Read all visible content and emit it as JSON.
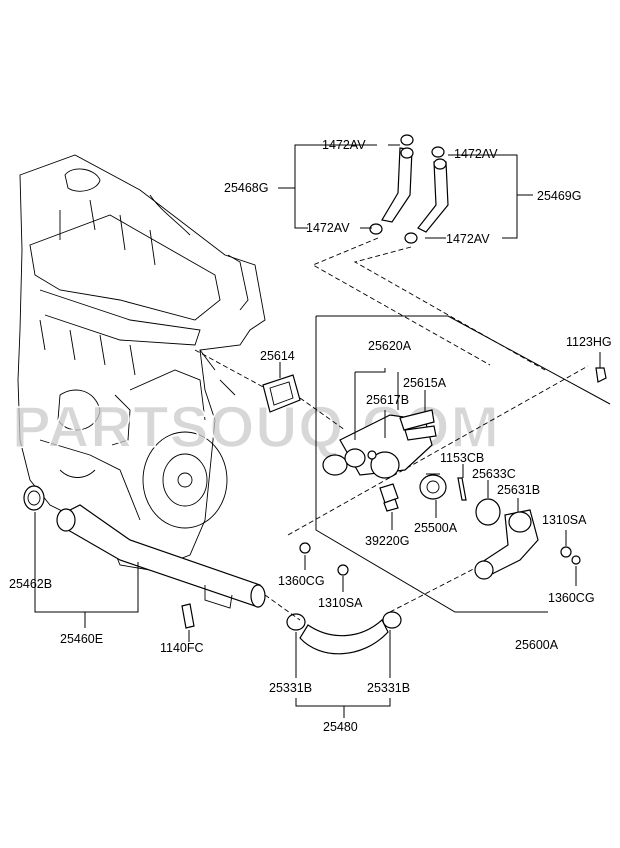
{
  "watermark": "PARTSOUQ.COM",
  "labels": [
    {
      "id": "l1",
      "text": "1472AV"
    },
    {
      "id": "l2",
      "text": "1472AV"
    },
    {
      "id": "l3",
      "text": "25468G"
    },
    {
      "id": "l4",
      "text": "25469G"
    },
    {
      "id": "l5",
      "text": "1472AV"
    },
    {
      "id": "l6",
      "text": "1472AV"
    },
    {
      "id": "l7",
      "text": "25614"
    },
    {
      "id": "l8",
      "text": "25620A"
    },
    {
      "id": "l9",
      "text": "25615A"
    },
    {
      "id": "l10",
      "text": "25617B"
    },
    {
      "id": "l11",
      "text": "1123HG"
    },
    {
      "id": "l12",
      "text": "1153CB"
    },
    {
      "id": "l13",
      "text": "25633C"
    },
    {
      "id": "l14",
      "text": "25631B"
    },
    {
      "id": "l15",
      "text": "1310SA"
    },
    {
      "id": "l16",
      "text": "25500A"
    },
    {
      "id": "l17",
      "text": "39220G"
    },
    {
      "id": "l18",
      "text": "25462B"
    },
    {
      "id": "l19",
      "text": "1360CG"
    },
    {
      "id": "l20",
      "text": "1310SA"
    },
    {
      "id": "l21",
      "text": "1360CG"
    },
    {
      "id": "l22",
      "text": "25460E"
    },
    {
      "id": "l23",
      "text": "1140FC"
    },
    {
      "id": "l24",
      "text": "25600A"
    },
    {
      "id": "l25",
      "text": "25331B"
    },
    {
      "id": "l26",
      "text": "25331B"
    },
    {
      "id": "l27",
      "text": "25480"
    }
  ]
}
